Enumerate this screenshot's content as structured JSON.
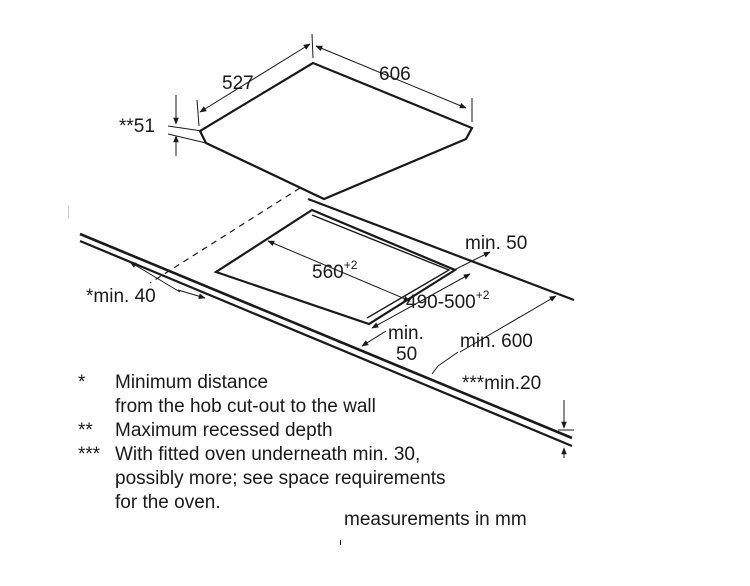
{
  "dimensions": {
    "hob_depth": "527",
    "hob_width": "606",
    "recessed_depth": "**51",
    "cutout_width": "560",
    "cutout_width_tol": "+2",
    "cutout_depth": "490-500",
    "cutout_depth_tol": "+2",
    "front_min": "min. 50",
    "wall_min": "*min. 40",
    "min_label": "min.",
    "min_value": "50",
    "worktop_depth": "min. 600",
    "worktop_thickness": "***min.20"
  },
  "legend": [
    {
      "mark": "*",
      "lines": [
        "Minimum distance",
        "from the hob cut-out to the wall"
      ]
    },
    {
      "mark": "**",
      "lines": [
        "Maximum recessed depth"
      ]
    },
    {
      "mark": "***",
      "lines": [
        "With fitted oven underneath min. 30,",
        "possibly more; see space requirements",
        "for the oven."
      ]
    }
  ],
  "units_note": "measurements in mm"
}
